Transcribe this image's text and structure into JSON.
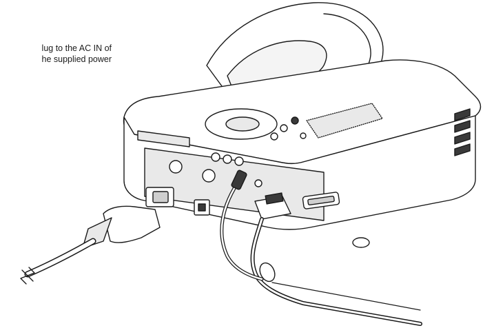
{
  "caption": {
    "line1": "lug to the AC IN of",
    "line2": "he supplied power"
  },
  "figure": {
    "subject": "projector-rear-panel-connections",
    "colors": {
      "line": "#1a1a1a",
      "body": "#ffffff",
      "panel": "#e9e9e9",
      "shade": "#cfcfcf",
      "dark": "#3a3a3a"
    }
  }
}
